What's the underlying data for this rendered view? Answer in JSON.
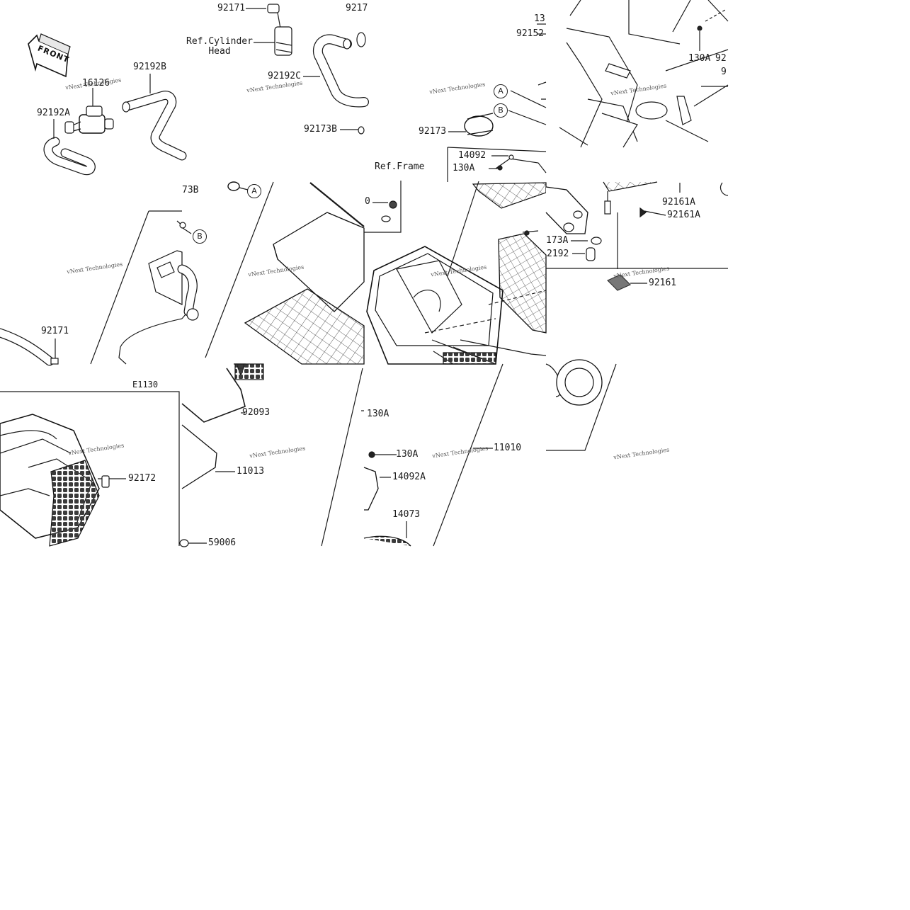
{
  "labels": {
    "p92171_top": "92171",
    "p9217_top": "9217",
    "ref_cyl": "Ref.Cylinder",
    "ref_cyl2": "Head",
    "p92192B": "92192B",
    "p16126": "16126",
    "p92192A": "92192A",
    "p92192C": "92192C",
    "p92173B": "92173B",
    "p13_top": "13",
    "p92152": "92152",
    "p92173": "92173",
    "p14092": "14092",
    "p130A_a": "130A",
    "ref_frame": "Ref.Frame",
    "p130A_b": "130A",
    "p92_tr": "92",
    "p9_tr": "9",
    "p73B": "73B",
    "p0": "0",
    "p92161A_a": "92161A",
    "p92161A_b": "92161A",
    "p173A": "173A",
    "p2192": "2192",
    "p92161": "92161",
    "p92171_mid": "92171",
    "pE1130": "E1130",
    "p92093": "92093",
    "p130A_c": "130A",
    "p130A_d": "130A",
    "p11010": "11010",
    "p92172": "92172",
    "p11013": "11013",
    "p14092A": "14092A",
    "p14073": "14073",
    "p59006": "59006",
    "circ_A1": "A",
    "circ_B1": "B",
    "circ_A2": "A",
    "circ_B2": "B",
    "front": "FRONT"
  },
  "watermark": "vNext Technologies",
  "colors": {
    "line": "#1a1a1a",
    "grey_part": "#6b6b6b",
    "background": "#ffffff"
  }
}
